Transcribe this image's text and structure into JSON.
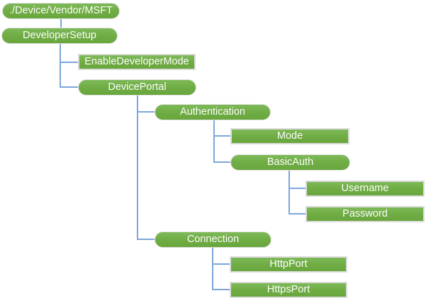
{
  "diagram": {
    "type": "tree",
    "colors": {
      "node_fill": "#71AD47",
      "node_fill_light": "#7EB958",
      "node_fill_dark": "#69A63D",
      "node_border": "#DCDCDC",
      "connector": "#7BA7DA",
      "text": "#FFFFFF",
      "background": "#FFFFFF"
    },
    "nodes": [
      {
        "id": "root",
        "label": "./Device/Vendor/MSFT",
        "shape": "pill",
        "parent": null
      },
      {
        "id": "developersetup",
        "label": "DeveloperSetup",
        "shape": "pill",
        "parent": "root"
      },
      {
        "id": "enabledevelopermode",
        "label": "EnableDeveloperMode",
        "shape": "rect",
        "parent": "developersetup"
      },
      {
        "id": "deviceportal",
        "label": "DevicePortal",
        "shape": "pill",
        "parent": "developersetup"
      },
      {
        "id": "authentication",
        "label": "Authentication",
        "shape": "pill",
        "parent": "deviceportal"
      },
      {
        "id": "mode",
        "label": "Mode",
        "shape": "rect",
        "parent": "authentication"
      },
      {
        "id": "basicauth",
        "label": "BasicAuth",
        "shape": "pill",
        "parent": "authentication"
      },
      {
        "id": "username",
        "label": "Username",
        "shape": "rect",
        "parent": "basicauth"
      },
      {
        "id": "password",
        "label": "Password",
        "shape": "rect",
        "parent": "basicauth"
      },
      {
        "id": "connection",
        "label": "Connection",
        "shape": "pill",
        "parent": "deviceportal"
      },
      {
        "id": "httpport",
        "label": "HttpPort",
        "shape": "rect",
        "parent": "connection"
      },
      {
        "id": "httpsport",
        "label": "HttpsPort",
        "shape": "rect",
        "parent": "connection"
      }
    ]
  }
}
